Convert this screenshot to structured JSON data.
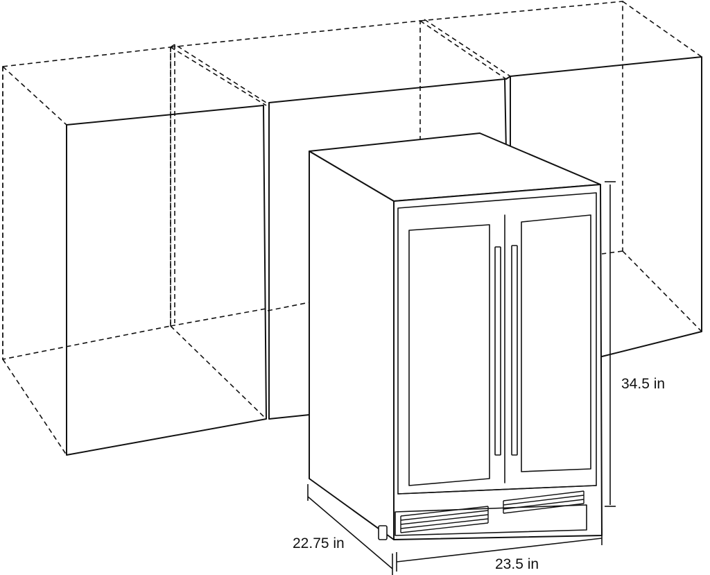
{
  "dimensions": {
    "height": "34.5 in",
    "depth": "22.75 in",
    "width": "23.5 in"
  },
  "colors": {
    "line": "#111111",
    "background": "#ffffff"
  }
}
